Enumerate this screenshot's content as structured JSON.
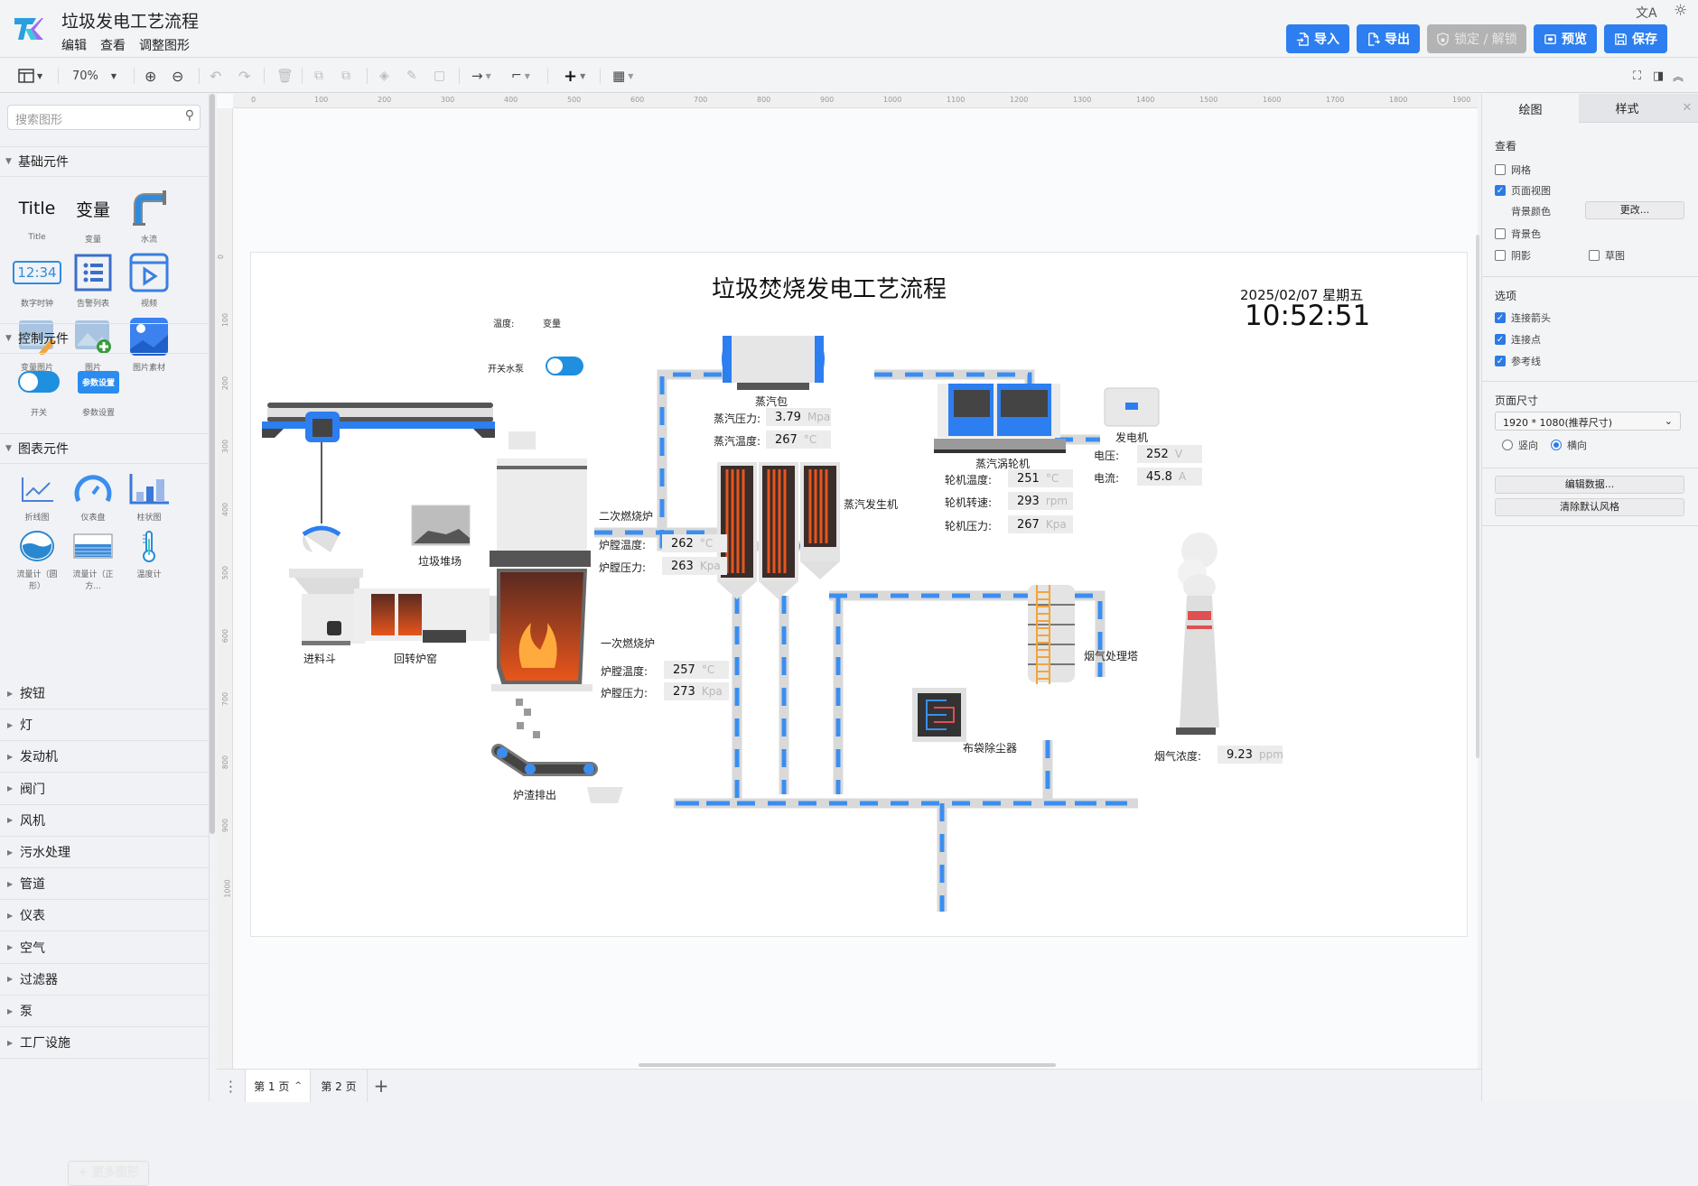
{
  "header": {
    "title": "垃圾发电工艺流程",
    "menus": [
      "编辑",
      "查看",
      "调整图形"
    ],
    "buttons": {
      "import": "导入",
      "export": "导出",
      "lock": "锁定 / 解锁",
      "preview": "预览",
      "save": "保存"
    },
    "icons": {
      "translate": "translate-icon",
      "theme": "sun-icon"
    }
  },
  "toolbar": {
    "zoom": "70%"
  },
  "left": {
    "search_placeholder": "搜索图形",
    "basic": {
      "title": "基础元件",
      "items": [
        "Title",
        "变量",
        "水流",
        "数字时钟",
        "告警列表",
        "视频",
        "变量图片",
        "图片",
        "图片素材"
      ],
      "preview_title": "Title",
      "preview_var": "变量",
      "clock": "12:34"
    },
    "control": {
      "title": "控制元件",
      "items": [
        "开关",
        "参数设置"
      ],
      "param_btn": "参数设置"
    },
    "chart": {
      "title": "图表元件",
      "items": [
        "折线图",
        "仪表盘",
        "柱状图",
        "流量计（圆形）",
        "流量计（正方...",
        "温度计"
      ]
    },
    "categories": [
      "按钮",
      "灯",
      "发动机",
      "阀门",
      "风机",
      "污水处理",
      "管道",
      "仪表",
      "空气",
      "过滤器",
      "泵",
      "工厂设施"
    ],
    "more": "+ 更多图形"
  },
  "ruler": {
    "h": [
      "0",
      "100",
      "200",
      "300",
      "400",
      "500",
      "600",
      "700",
      "800",
      "900",
      "1000",
      "1100",
      "1200",
      "1300",
      "1400",
      "1500",
      "1600",
      "1700",
      "1800",
      "1900"
    ],
    "v": [
      "0",
      "100",
      "200",
      "300",
      "400",
      "500",
      "600",
      "700",
      "800",
      "900",
      "1000"
    ]
  },
  "diagram": {
    "title": "垃圾焚烧发电工艺流程",
    "date": "2025/02/07 星期五",
    "time": "10:52:51",
    "temp_label": "温度:",
    "temp_var": "变量",
    "pump_label": "开关水泵",
    "pump_on": true,
    "labels": {
      "hopper": "进料斗",
      "kiln": "回转炉窑",
      "pile": "垃圾堆场",
      "slag": "炉渣排出",
      "steam_drum": "蒸汽包",
      "turbine": "蒸汽涡轮机",
      "generator": "发电机",
      "steam_gen": "蒸汽发生机",
      "tower": "烟气处理塔",
      "bag_filter": "布袋除尘器",
      "secondary": "二次燃烧炉",
      "primary": "一次燃烧炉"
    },
    "readouts": {
      "steam_pressure": {
        "label": "蒸汽压力:",
        "value": "3.79",
        "unit": "Mpa"
      },
      "steam_temp": {
        "label": "蒸汽温度:",
        "value": "267",
        "unit": "°C"
      },
      "turbine_temp": {
        "label": "轮机温度:",
        "value": "251",
        "unit": "°C"
      },
      "turbine_speed": {
        "label": "轮机转速:",
        "value": "293",
        "unit": "rpm"
      },
      "turbine_pressure": {
        "label": "轮机压力:",
        "value": "267",
        "unit": "Kpa"
      },
      "voltage": {
        "label": "电压:",
        "value": "252",
        "unit": "V"
      },
      "current": {
        "label": "电流:",
        "value": "45.8",
        "unit": "A"
      },
      "sec_temp": {
        "label": "炉膛温度:",
        "value": "262",
        "unit": "°C"
      },
      "sec_pressure": {
        "label": "炉膛压力:",
        "value": "263",
        "unit": "Kpa"
      },
      "pri_temp": {
        "label": "炉膛温度:",
        "value": "257",
        "unit": "°C"
      },
      "pri_pressure": {
        "label": "炉膛压力:",
        "value": "273",
        "unit": "Kpa"
      },
      "flue": {
        "label": "烟气浓度:",
        "value": "9.23",
        "unit": "ppm"
      }
    }
  },
  "right": {
    "tabs": [
      "绘图",
      "样式"
    ],
    "view": {
      "title": "查看",
      "grid": "网格",
      "page_view": "页面视图",
      "bg_color_label": "背景颜色",
      "change": "更改...",
      "bg": "背景色",
      "shadow": "阴影",
      "sketch": "草图"
    },
    "view_state": {
      "grid": false,
      "page_view": true,
      "bg": false,
      "shadow": false,
      "sketch": false
    },
    "options": {
      "title": "选项",
      "arrows": "连接箭头",
      "points": "连接点",
      "guides": "参考线"
    },
    "page": {
      "title": "页面尺寸",
      "size": "1920 * 1080(推荐尺寸)",
      "portrait": "竖向",
      "landscape": "横向",
      "orientation": "landscape"
    },
    "edit_data": "编辑数据...",
    "clear_style": "清除默认风格"
  },
  "pages": {
    "tabs": [
      "第 1 页",
      "第 2 页"
    ],
    "active": 0
  }
}
